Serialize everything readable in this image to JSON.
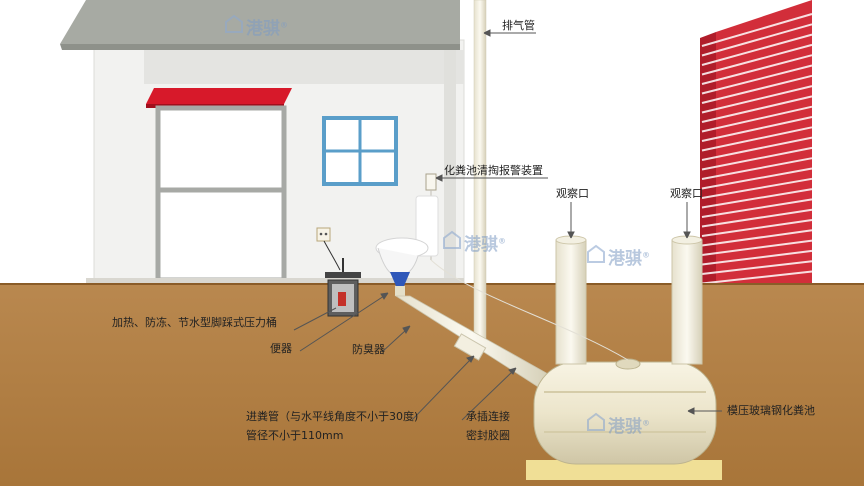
{
  "brand": {
    "text": "港骐",
    "mark": "®",
    "logo_icon": "brand-logo-icon"
  },
  "labels": {
    "vent_pipe": "排气管",
    "alarm": "化粪池清掏报警装置",
    "observation_left": "观察口",
    "observation_right": "观察口",
    "pressure_bucket": "加热、防冻、节水型脚踩式压力桶",
    "toilet": "便器",
    "deodorizer": "防臭器",
    "inlet_pipe": "进粪管（与水平线角度不小于30度)",
    "pipe_diameter": "管径不小于110mm",
    "socket_joint": "承插连接",
    "sealing_ring": "密封胶圈",
    "septic_tank": "模压玻璃钢化粪池"
  },
  "colors": {
    "soil": "#b5834a",
    "soil_line": "#8a5c28",
    "wall": "#f1f1ef",
    "roof": "#a9aca5",
    "awning": "#d7192a",
    "brick": "#d8303c",
    "tank": "#ede7cf",
    "funnel": "#2e57b9"
  }
}
